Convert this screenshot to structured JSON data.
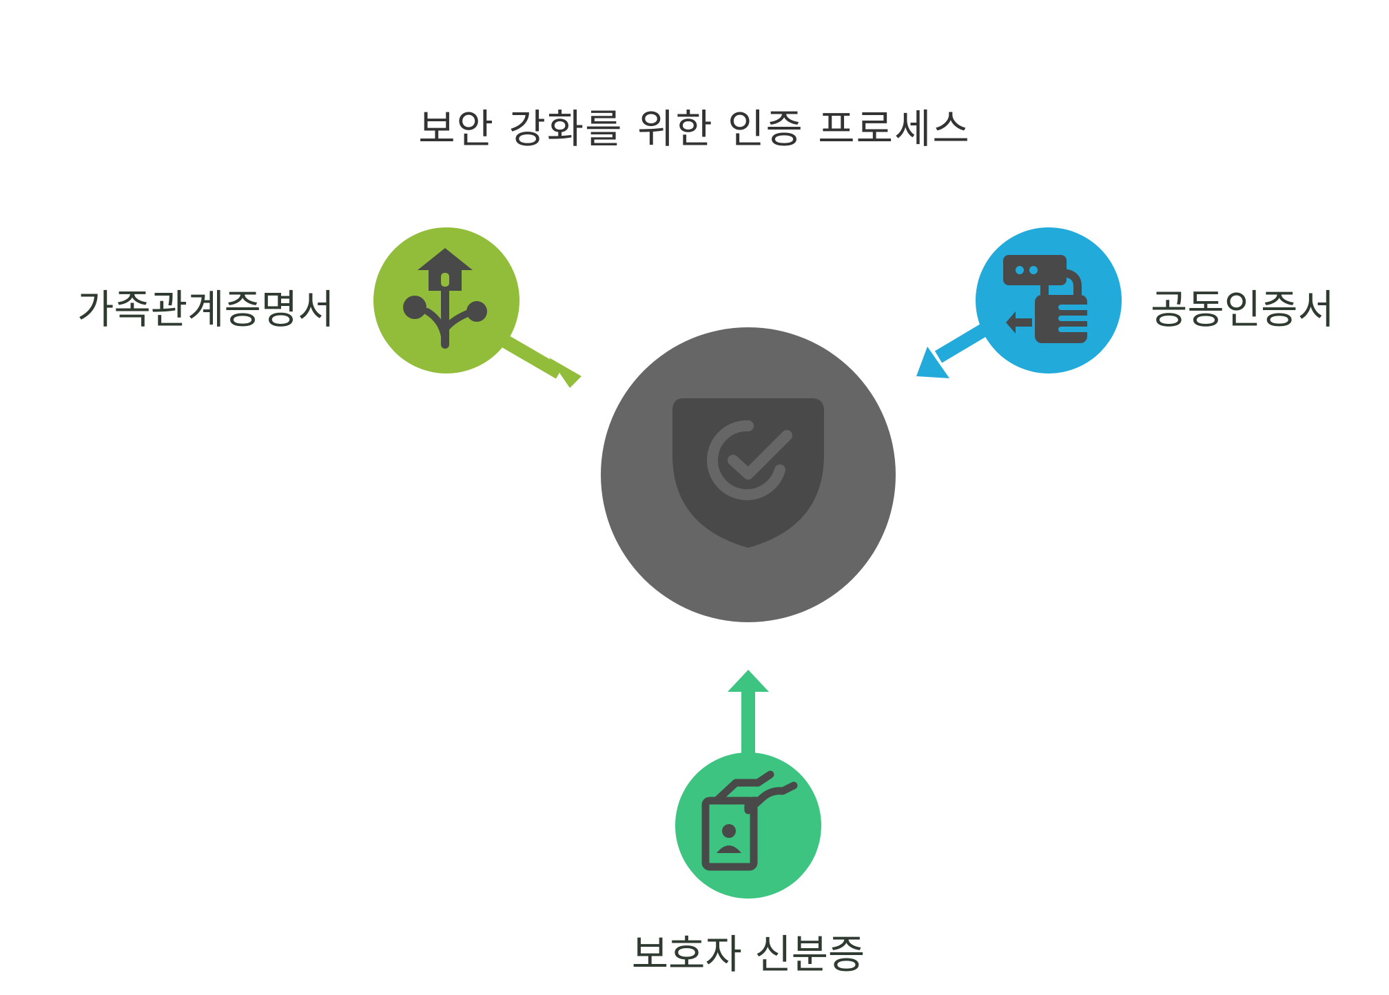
{
  "title": "보안 강화를 위한 인증 프로세스",
  "center": {
    "icon": "shield-check-icon",
    "color": "#666666",
    "icon_color": "#494949"
  },
  "nodes": [
    {
      "label": "가족관계증명서",
      "icon": "family-tree-icon",
      "color": "#92bd3a"
    },
    {
      "label": "공동인증서",
      "icon": "digital-certificate-lock-icon",
      "color": "#22aadb"
    },
    {
      "label": "보호자 신분증",
      "icon": "id-card-hand-icon",
      "color": "#3cc480"
    }
  ]
}
